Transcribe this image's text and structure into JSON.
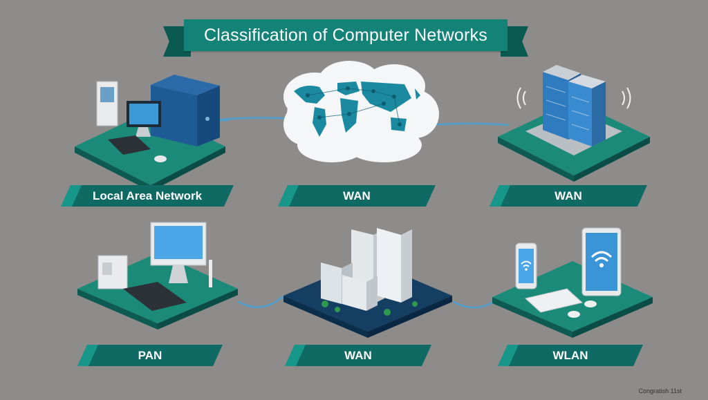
{
  "title": "Classification of Computer Networks",
  "nodes": [
    {
      "id": "lan",
      "label": "Local Area Network",
      "icon": "desktop-computer-icon"
    },
    {
      "id": "wan-top",
      "label": "WAN",
      "icon": "world-map-cloud-icon"
    },
    {
      "id": "wan-right",
      "label": "WAN",
      "icon": "office-buildings-icon"
    },
    {
      "id": "pan",
      "label": "PAN",
      "icon": "personal-computer-icon"
    },
    {
      "id": "wan-bottom",
      "label": "WAN",
      "icon": "city-buildings-icon"
    },
    {
      "id": "wlan",
      "label": "WLAN",
      "icon": "wireless-devices-icon"
    }
  ],
  "footer": "Congratish 11st",
  "colors": {
    "background": "#8e8c8b",
    "platform": "#1b8a78",
    "banner": "#0e6a62",
    "accent": "#17978a",
    "cable": "#4fa0cc"
  }
}
